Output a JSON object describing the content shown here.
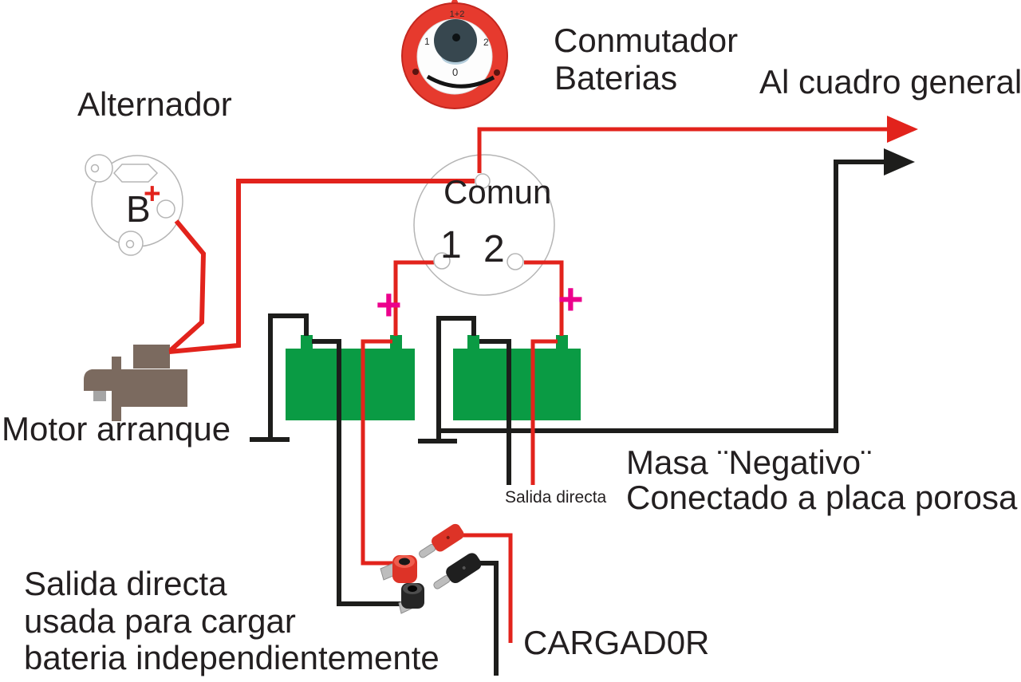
{
  "labels": {
    "alternador": "Alternador",
    "conmutador_line1": "Conmutador",
    "conmutador_line2": "Baterias",
    "al_cuadro": "Al cuadro general",
    "comun": "Comun",
    "terminal_1": "1",
    "terminal_2": "2",
    "motor": "Motor arranque",
    "masa_line1": "Masa ¨Negativo¨",
    "masa_line2": "Conectado a placa porosa",
    "salida_small": "Salida directa",
    "salida_line1": "Salida directa",
    "salida_line2": "usada para cargar",
    "salida_line3": "bateria independientemente",
    "cargador": "CARGAD0R",
    "b_terminal": "B",
    "b_plus": "+",
    "bat1_plus": "+",
    "bat2_plus": "+"
  },
  "switch_face": {
    "pos_12": "1+2",
    "pos_1": "1",
    "pos_2": "2",
    "pos_0": "0"
  },
  "colors": {
    "wire_red": "#e2231c",
    "wire_black": "#1d1d1b",
    "battery_green": "#0a9b44",
    "plus_magenta": "#ec008c",
    "motor_brown": "#7b6a5f",
    "motor_gray": "#a5a5a5",
    "switch_red": "#e63a2e",
    "outline_gray": "#b5b5b5",
    "metal_gray": "#bdbdbd",
    "knob_dark": "#37474f",
    "text_black": "#231f20"
  }
}
